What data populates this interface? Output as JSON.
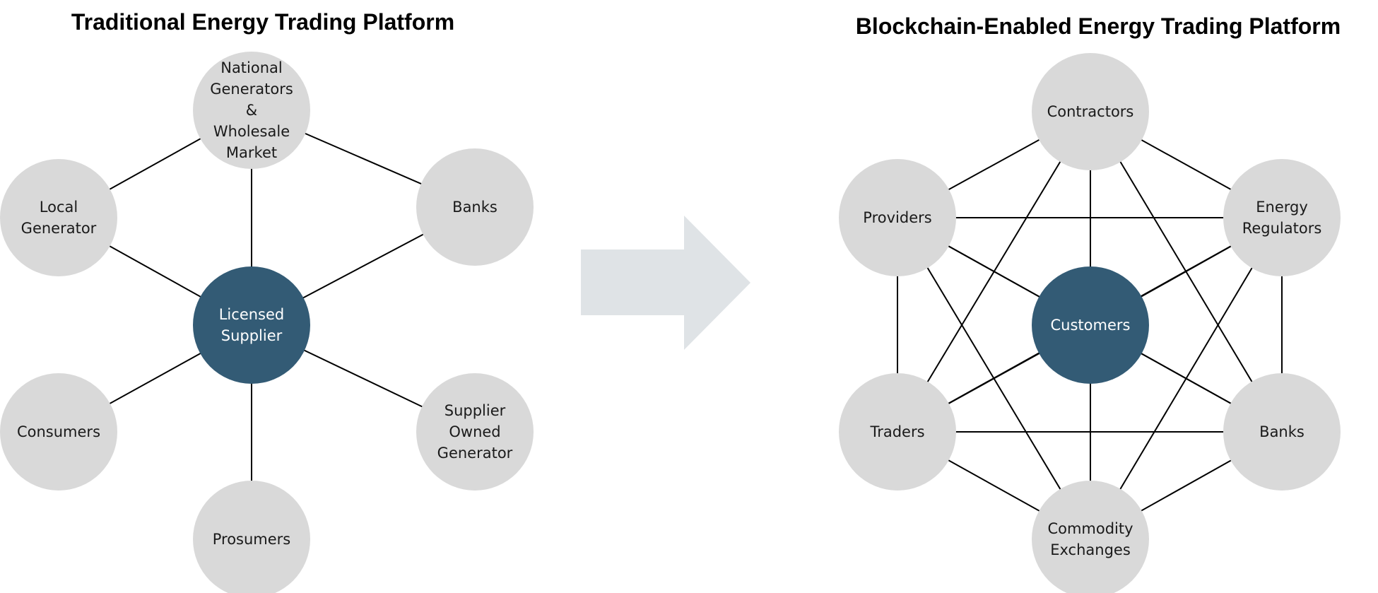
{
  "colors": {
    "node_fill": "#d9d9d9",
    "center_fill": "#335b75",
    "arrow_fill": "#dfe3e6",
    "edge": "#000000"
  },
  "left": {
    "title": "Traditional Energy Trading Platform",
    "center": {
      "id": "licensed-supplier",
      "lines": [
        "Licensed",
        "Supplier"
      ]
    },
    "nodes": [
      {
        "id": "national-generators",
        "lines": [
          "National",
          "Generators",
          "&",
          "Wholesale",
          "Market"
        ]
      },
      {
        "id": "banks",
        "lines": [
          "Banks"
        ]
      },
      {
        "id": "supplier-owned-generator",
        "lines": [
          "Supplier",
          "Owned",
          "Generator"
        ]
      },
      {
        "id": "prosumers",
        "lines": [
          "Prosumers"
        ]
      },
      {
        "id": "consumers",
        "lines": [
          "Consumers"
        ]
      },
      {
        "id": "local-generator",
        "lines": [
          "Local",
          "Generator"
        ]
      }
    ]
  },
  "arrow": {
    "icon": "right-arrow-icon"
  },
  "right": {
    "title": "Blockchain-Enabled Energy Trading Platform",
    "center": {
      "id": "customers",
      "lines": [
        "Customers"
      ]
    },
    "nodes": [
      {
        "id": "contractors",
        "lines": [
          "Contractors"
        ]
      },
      {
        "id": "energy-regulators",
        "lines": [
          "Energy",
          "Regulators"
        ]
      },
      {
        "id": "banks",
        "lines": [
          "Banks"
        ]
      },
      {
        "id": "commodity-exchanges",
        "lines": [
          "Commodity",
          "Exchanges"
        ]
      },
      {
        "id": "traders",
        "lines": [
          "Traders"
        ]
      },
      {
        "id": "providers",
        "lines": [
          "Providers"
        ]
      }
    ]
  }
}
